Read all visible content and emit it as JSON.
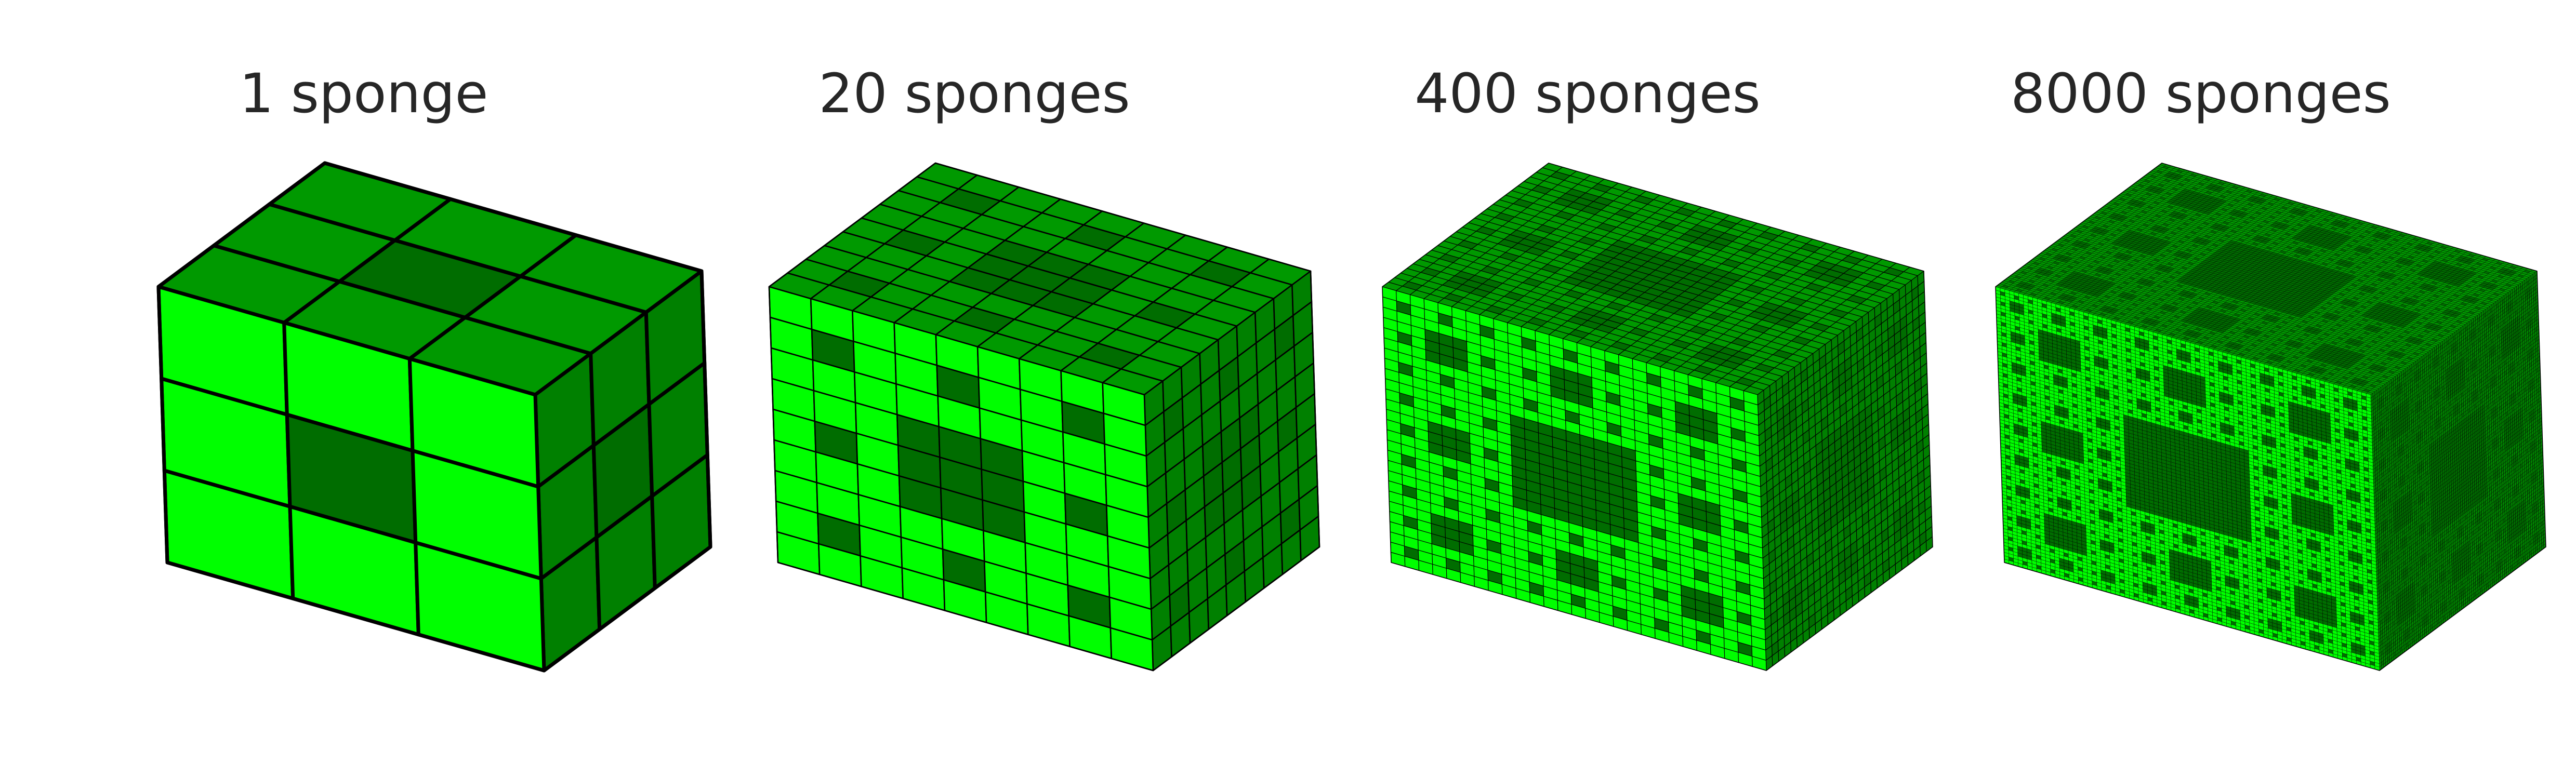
{
  "panels": [
    {
      "title": "1 sponge",
      "level": 1
    },
    {
      "title": "20 sponges",
      "level": 2
    },
    {
      "title": "400 sponges",
      "level": 3
    },
    {
      "title": "8000 sponges",
      "level": 4
    }
  ],
  "colors": {
    "front": "#00ff00",
    "right": "#008000",
    "top": "#009900",
    "inner_dark": "#006d00",
    "edge": "#000000",
    "background": "#ffffff",
    "title_text": "#262626"
  }
}
